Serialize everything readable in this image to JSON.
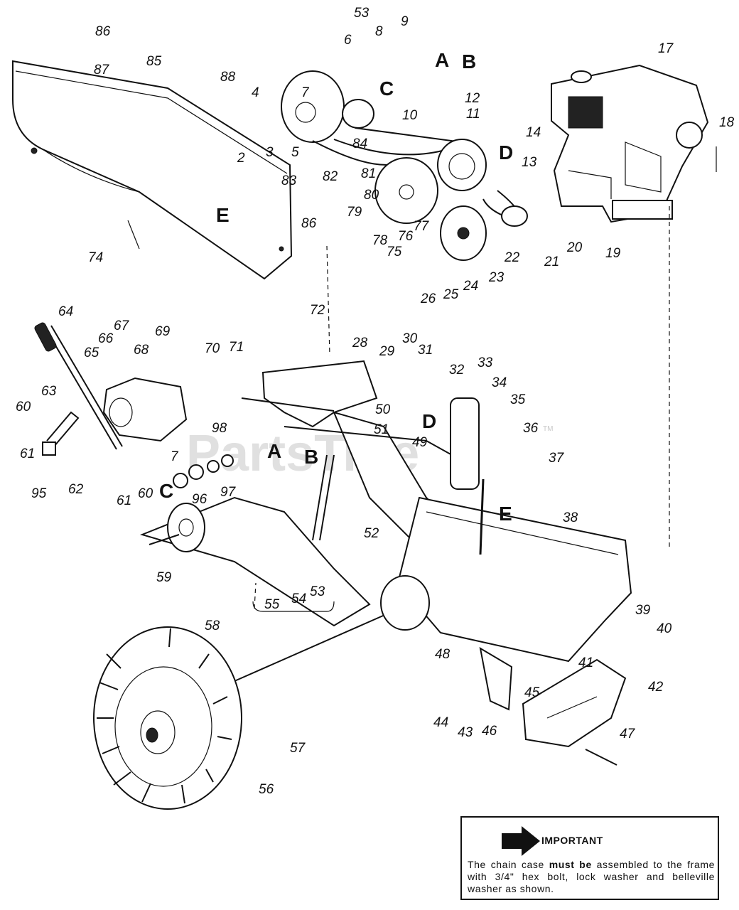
{
  "watermark": "PartsTree",
  "watermark_tm": "TM",
  "assembly_letters": [
    "A",
    "B",
    "C",
    "D",
    "E",
    "A",
    "B",
    "C",
    "D",
    "E"
  ],
  "callouts": [
    "86",
    "87",
    "85",
    "88",
    "53",
    "8",
    "9",
    "6",
    "4",
    "7",
    "2",
    "3",
    "5",
    "83",
    "82",
    "10",
    "11",
    "84",
    "81",
    "12",
    "13",
    "14",
    "17",
    "18",
    "20",
    "21",
    "19",
    "22",
    "23",
    "24",
    "25",
    "26",
    "80",
    "79",
    "78",
    "76",
    "77",
    "75",
    "74",
    "86",
    "64",
    "67",
    "66",
    "65",
    "63",
    "68",
    "69",
    "70",
    "71",
    "72",
    "28",
    "29",
    "30",
    "31",
    "32",
    "33",
    "34",
    "35",
    "36",
    "37",
    "60",
    "61",
    "95",
    "62",
    "61",
    "60",
    "7",
    "96",
    "97",
    "98",
    "50",
    "51",
    "49",
    "52",
    "38",
    "39",
    "40",
    "59",
    "55",
    "54",
    "53",
    "58",
    "57",
    "56",
    "48",
    "46",
    "44",
    "43",
    "45",
    "41",
    "42",
    "47"
  ],
  "notice": {
    "title": "IMPORTANT",
    "body_pre": "The chain case ",
    "body_bold": "must be",
    "body_post": " assembled to the frame with 3/4\" hex bolt, lock washer and belleville washer as shown."
  }
}
